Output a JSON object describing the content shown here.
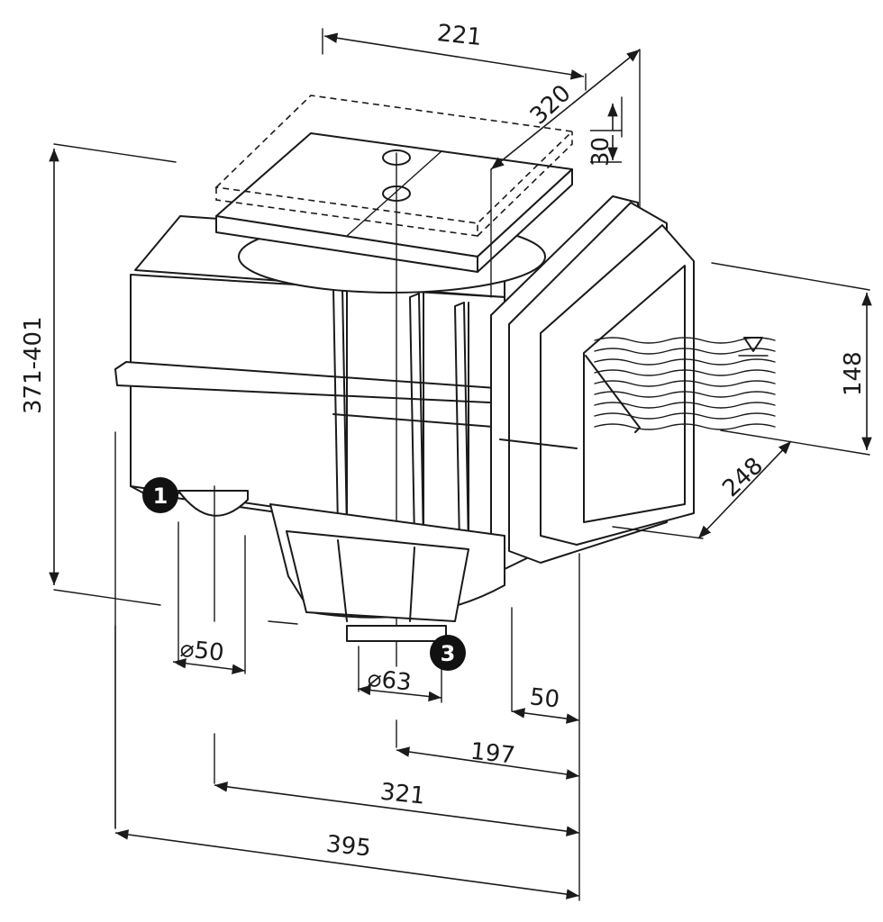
{
  "dimensions": {
    "width_top": "221",
    "depth_top": "320",
    "lid_height": "30",
    "height_range": "371-401",
    "mouth_height": "148",
    "mouth_width": "248",
    "outlet_small_diameter": "⌀50",
    "outlet_large_diameter": "⌀63",
    "offset_front": "50",
    "length_197": "197",
    "length_321": "321",
    "length_395": "395"
  },
  "callouts": {
    "port_1": "1",
    "port_3": "3"
  },
  "colors": {
    "line": "#1a1a1a",
    "badge": "#111111",
    "background": "#ffffff"
  },
  "icons": {
    "water_level": "water-level-triangle-icon"
  }
}
